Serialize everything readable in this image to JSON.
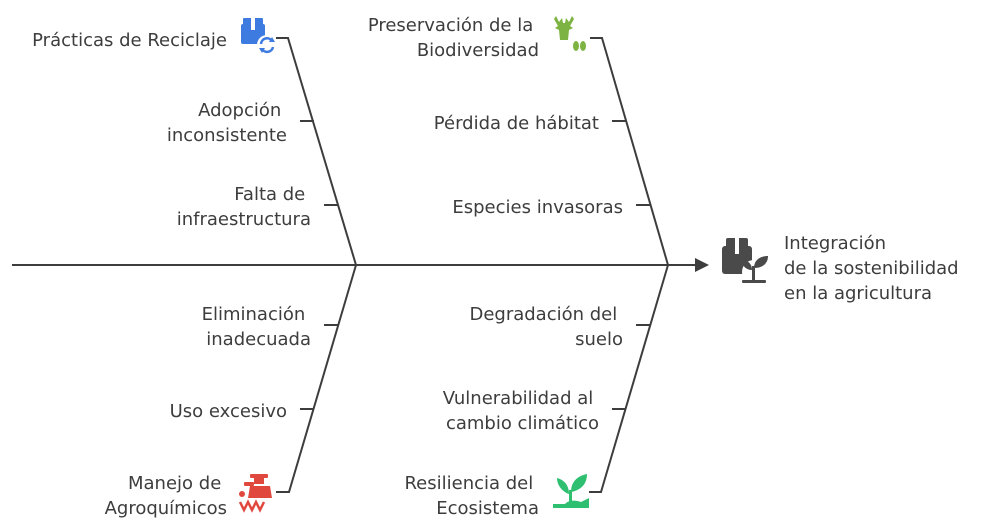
{
  "effect": {
    "lines": [
      "Integración",
      "de la sostenibilidad",
      "en la agricultura"
    ],
    "icon": "farm-box-sprout-icon"
  },
  "categories": [
    {
      "lines": [
        "Prácticas de Reciclaje"
      ],
      "icon": "box-recycle-icon",
      "color": "#3d7be0"
    },
    {
      "lines": [
        "Preservación de la",
        "Biodiversidad"
      ],
      "icon": "deer-footprints-icon",
      "color": "#7cb342"
    },
    {
      "lines": [
        "Manejo de",
        "Agroquímicos"
      ],
      "icon": "farmer-hazard-icon",
      "color": "#e0483d"
    },
    {
      "lines": [
        "Resiliencia del",
        "Ecosistema"
      ],
      "icon": "sprout-hand-icon",
      "color": "#2fbf71"
    }
  ],
  "causes": [
    {
      "lines": [
        "Adopción",
        "inconsistente"
      ]
    },
    {
      "lines": [
        "Falta de",
        "infraestructura"
      ]
    },
    {
      "lines": [
        "Pérdida de hábitat"
      ]
    },
    {
      "lines": [
        "Especies invasoras"
      ]
    },
    {
      "lines": [
        "Eliminación",
        "inadecuada"
      ]
    },
    {
      "lines": [
        "Uso excesivo"
      ]
    },
    {
      "lines": [
        "Degradación del",
        "suelo"
      ]
    },
    {
      "lines": [
        "Vulnerabilidad al",
        "cambio climático"
      ]
    }
  ]
}
